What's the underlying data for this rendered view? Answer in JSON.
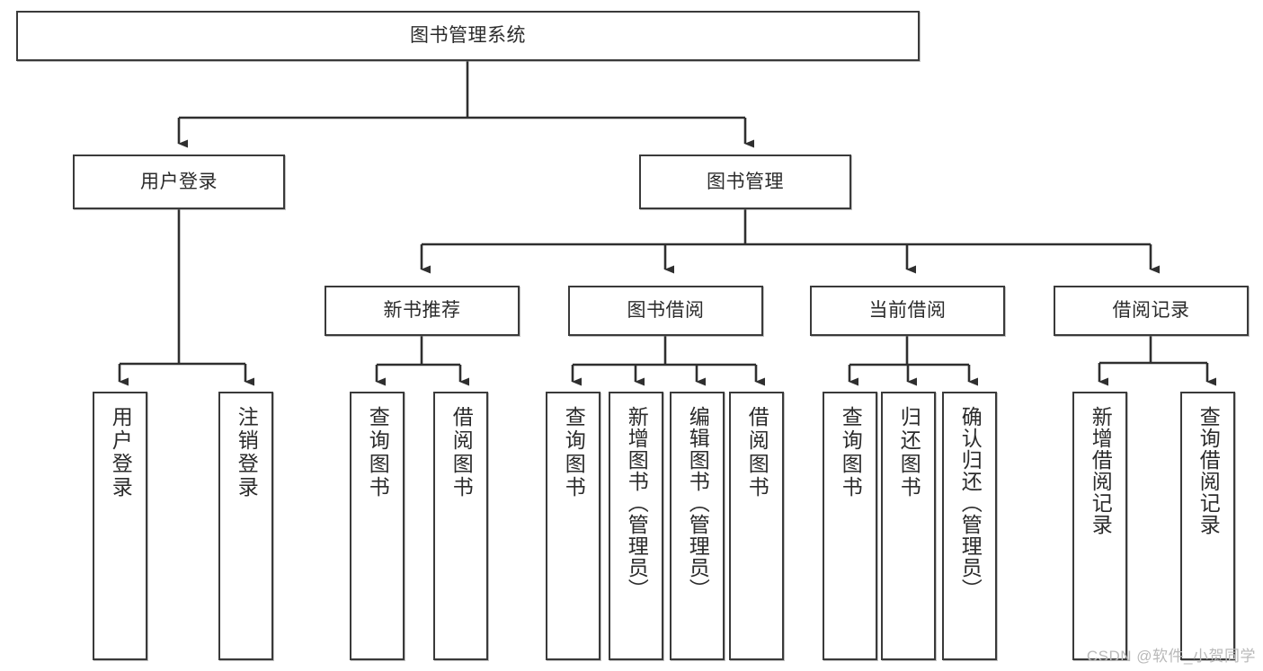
{
  "diagram": {
    "title": "图书管理系统",
    "watermark": "CSDN @软件_小贺同学",
    "root": {
      "label": "图书管理系统"
    },
    "level2": [
      {
        "label": "用户登录"
      },
      {
        "label": "图书管理"
      }
    ],
    "level3": [
      {
        "label": "新书推荐"
      },
      {
        "label": "图书借阅"
      },
      {
        "label": "当前借阅"
      },
      {
        "label": "借阅记录"
      }
    ],
    "leaves": {
      "user_login": [
        {
          "label": "用户登录"
        },
        {
          "label": "注销登录"
        }
      ],
      "new_book_recommend": [
        {
          "label": "查询图书"
        },
        {
          "label": "借阅图书"
        }
      ],
      "book_borrow": [
        {
          "label": "查询图书"
        },
        {
          "label": "新增图书（管理员）"
        },
        {
          "label": "编辑图书（管理员）"
        },
        {
          "label": "借阅图书"
        }
      ],
      "current_borrow": [
        {
          "label": "查询图书"
        },
        {
          "label": "归还图书"
        },
        {
          "label": "确认归还（管理员）"
        }
      ],
      "borrow_record": [
        {
          "label": "新增借阅记录"
        },
        {
          "label": "查询借阅记录"
        }
      ]
    },
    "colors": {
      "border": "#3a3a3a",
      "text": "#2b2b2b",
      "background": "#ffffff",
      "watermark": "#b9b9b9"
    }
  }
}
